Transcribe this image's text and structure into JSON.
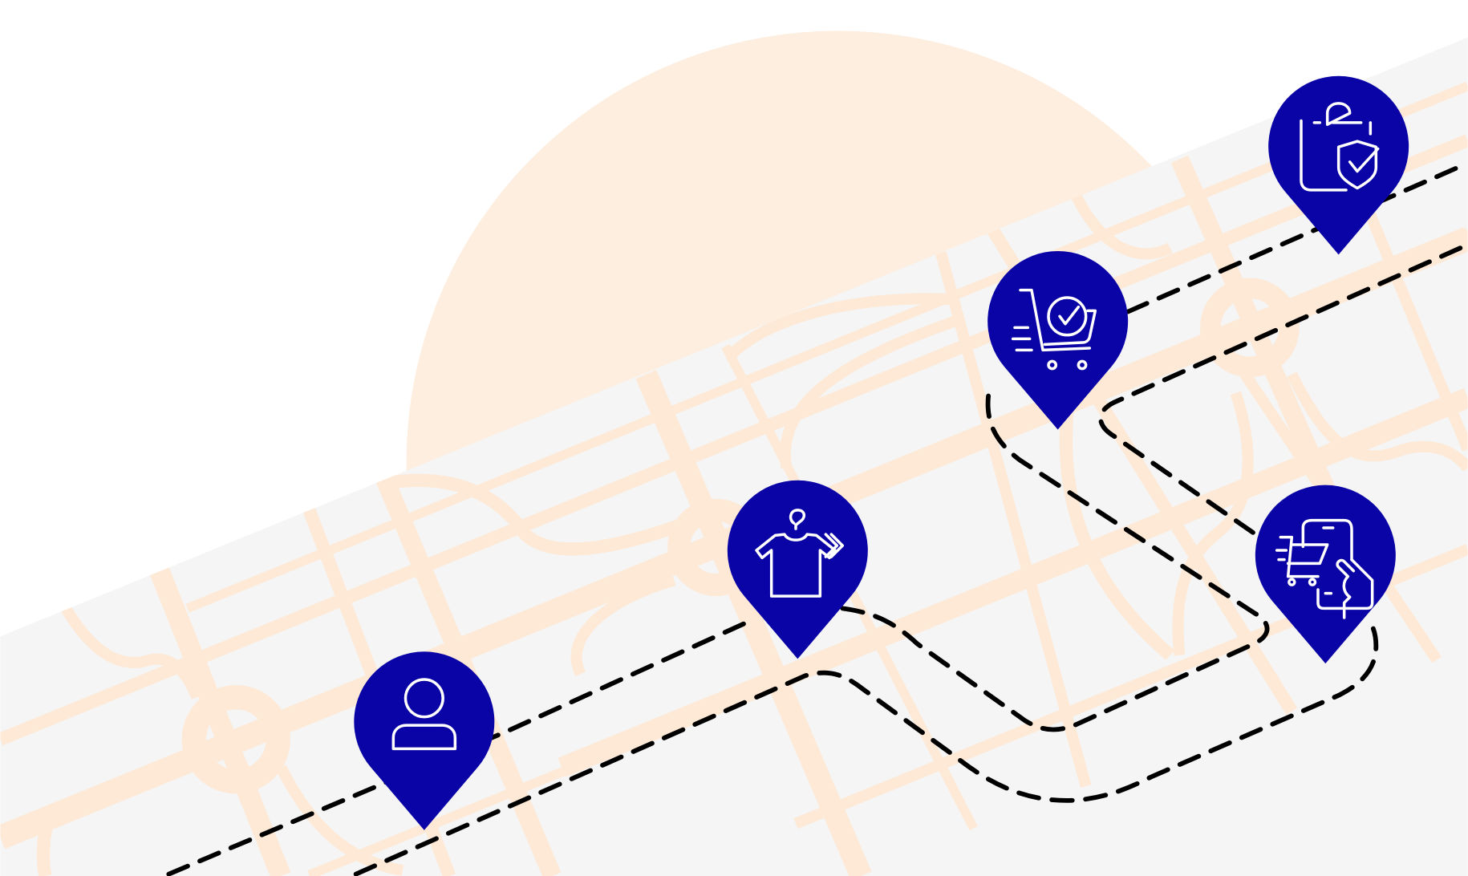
{
  "colors": {
    "background": "#ffffff",
    "sun_circle": "#fdeee0",
    "map_ground": "#f5f5f5",
    "roads": "#fde9d6",
    "route": "#000000",
    "pin": "#0a03a6",
    "pin_icon": "#ffffff"
  },
  "pins": [
    {
      "id": "customer",
      "icon": "user-icon"
    },
    {
      "id": "clothing",
      "icon": "shirt-hanger-icon"
    },
    {
      "id": "cart-confirmed",
      "icon": "cart-check-icon"
    },
    {
      "id": "secure-shopping",
      "icon": "bag-shield-icon"
    },
    {
      "id": "mobile-shopping",
      "icon": "phone-cart-icon"
    }
  ]
}
